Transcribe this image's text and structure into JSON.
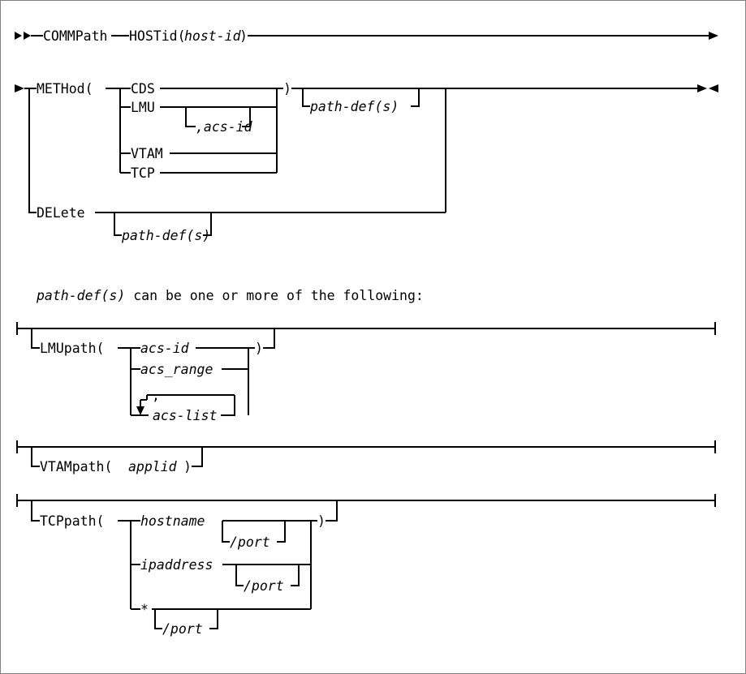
{
  "diagram": {
    "type": "railroad-syntax-diagram",
    "title": "COMMPath command syntax",
    "fragment_note": "path-def(s) can be one or more of the following:",
    "fragment_note_italic_part": "path-def(s)",
    "fragment_note_rest": " can be one or more of the following:",
    "main_rule": {
      "start_marker": "►►",
      "end_marker": "►◄",
      "line1": {
        "keyword": "COMMPath",
        "parameter": "HOSTid(",
        "parameter_variable": "host-id",
        "parameter_close": ")"
      },
      "line2": {
        "branch_a": {
          "keyword": "METHod(",
          "close_paren": ")",
          "choices": [
            {
              "label": "CDS",
              "style": "keyword"
            },
            {
              "label": "LMU",
              "style": "keyword",
              "optional_suffix": ",acs-id",
              "optional_suffix_literal": ",",
              "optional_suffix_variable": "acs-id"
            },
            {
              "label": "VTAM",
              "style": "keyword"
            },
            {
              "label": "TCP",
              "style": "keyword"
            }
          ],
          "optional_after": "path-def(s)"
        },
        "branch_b": {
          "keyword": "DELete",
          "optional_after": "path-def(s)"
        }
      }
    },
    "fragments": [
      {
        "name": "lmupath-fragment",
        "keyword": "LMUpath(",
        "close_paren": ")",
        "choices": [
          {
            "label": "acs-id",
            "style": "variable"
          },
          {
            "label": "acs_range",
            "style": "variable"
          },
          {
            "label": "acs-list",
            "style": "variable",
            "repeatable": true,
            "separator": ","
          }
        ]
      },
      {
        "name": "vtampath-fragment",
        "keyword": "VTAMpath(",
        "variable": "applid",
        "close_paren": ")"
      },
      {
        "name": "tcppath-fragment",
        "keyword": "TCPpath(",
        "close_paren": ")",
        "choices": [
          {
            "label": "hostname",
            "style": "variable",
            "optional_suffix": "/port"
          },
          {
            "label": "ipaddress",
            "style": "variable",
            "optional_suffix": "/port"
          },
          {
            "label": "*",
            "style": "keyword",
            "optional_suffix": "/port"
          }
        ]
      }
    ],
    "labels": {
      "commpath": "COMMPath",
      "hostid_open": "HOSTid(",
      "host_id": "host-id",
      "paren_close": ")",
      "method_open": "METHod(",
      "cds": "CDS",
      "lmu": "LMU",
      "comma_acs_id": ",acs-id",
      "vtam": "VTAM",
      "tcp": "TCP",
      "delete": "DELete",
      "path_defs": "path-def(s)",
      "lmupath_open": "LMUpath(",
      "acs_id": "acs-id",
      "acs_range": "acs_range",
      "acs_list": "acs-list",
      "comma": ",",
      "vtampath_open": "VTAMpath(",
      "applid": "applid",
      "tcppath_open": "TCPpath(",
      "hostname": "hostname",
      "ipaddress": "ipaddress",
      "asterisk": "*",
      "slash_port": "/port"
    },
    "colors": {
      "line": "#000000",
      "background": "#ffffff",
      "border": "#808080"
    }
  }
}
